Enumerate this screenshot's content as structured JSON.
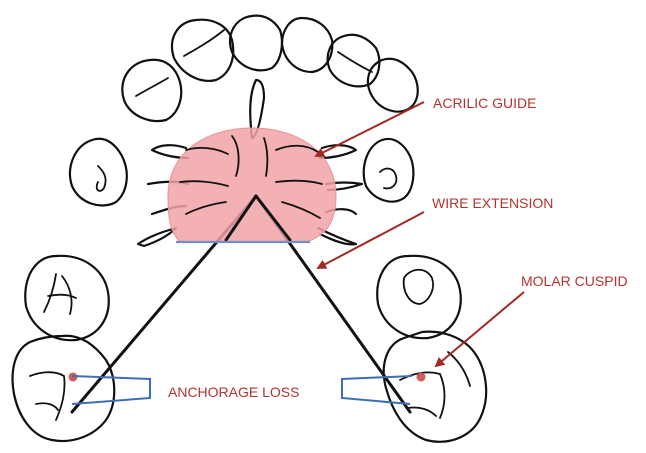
{
  "labels": {
    "acrylic_guide": "ACRILIC GUIDE",
    "wire_extension": "WIRE EXTENSION",
    "molar_cuspid": "MOLAR CUSPID",
    "anchorage_loss": "ANCHORAGE LOSS"
  },
  "colors": {
    "label": "#b5332e",
    "arrow": "#a32a24",
    "acrylic_fill": "#f2a3a6",
    "bracket": "#3d6fb8",
    "cusp_dot": "#cf5c5c",
    "outline": "#111111"
  }
}
